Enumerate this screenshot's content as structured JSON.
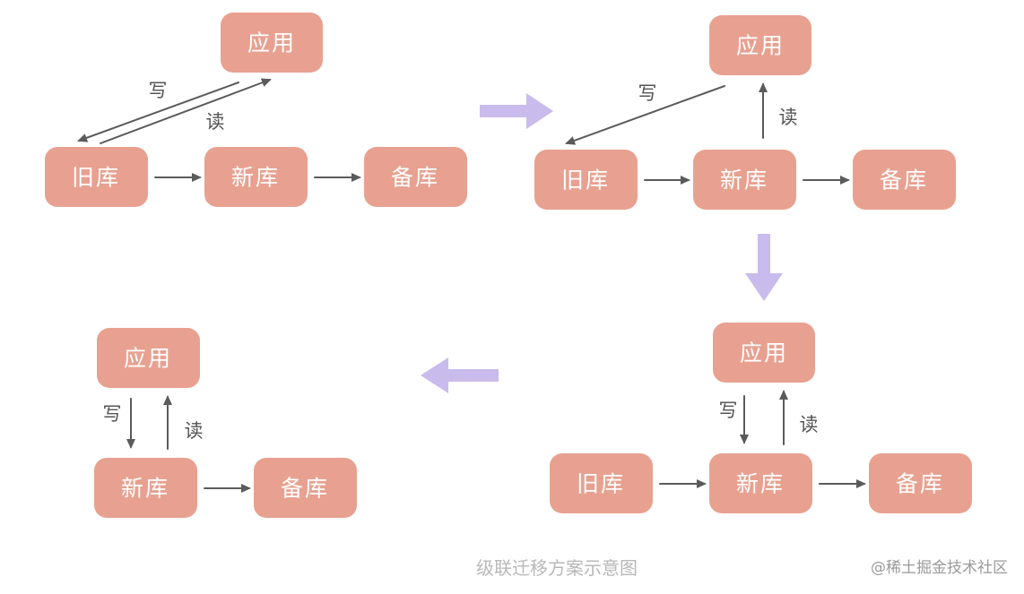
{
  "colors": {
    "node_fill": "#e8a190",
    "node_text": "#ffffff",
    "edge": "#5b5b5b",
    "edge_label": "#555555",
    "flow_arrow": "#c9bbec",
    "caption": "#b8b8b8",
    "watermark": "#9a9a9a"
  },
  "panels": [
    {
      "name": "panel-1",
      "nodes": {
        "app": "应用",
        "old_db": "旧库",
        "new_db": "新库",
        "backup_db": "备库"
      },
      "edge_labels": {
        "write": "写",
        "read": "读"
      }
    },
    {
      "name": "panel-2",
      "nodes": {
        "app": "应用",
        "old_db": "旧库",
        "new_db": "新库",
        "backup_db": "备库"
      },
      "edge_labels": {
        "write": "写",
        "read": "读"
      }
    },
    {
      "name": "panel-3",
      "nodes": {
        "app": "应用",
        "old_db": "旧库",
        "new_db": "新库",
        "backup_db": "备库"
      },
      "edge_labels": {
        "write": "写",
        "read": "读"
      }
    },
    {
      "name": "panel-4",
      "nodes": {
        "app": "应用",
        "new_db": "新库",
        "backup_db": "备库"
      },
      "edge_labels": {
        "write": "写",
        "read": "读"
      }
    }
  ],
  "caption": "级联迁移方案示意图",
  "watermark": "@稀土掘金技术社区"
}
